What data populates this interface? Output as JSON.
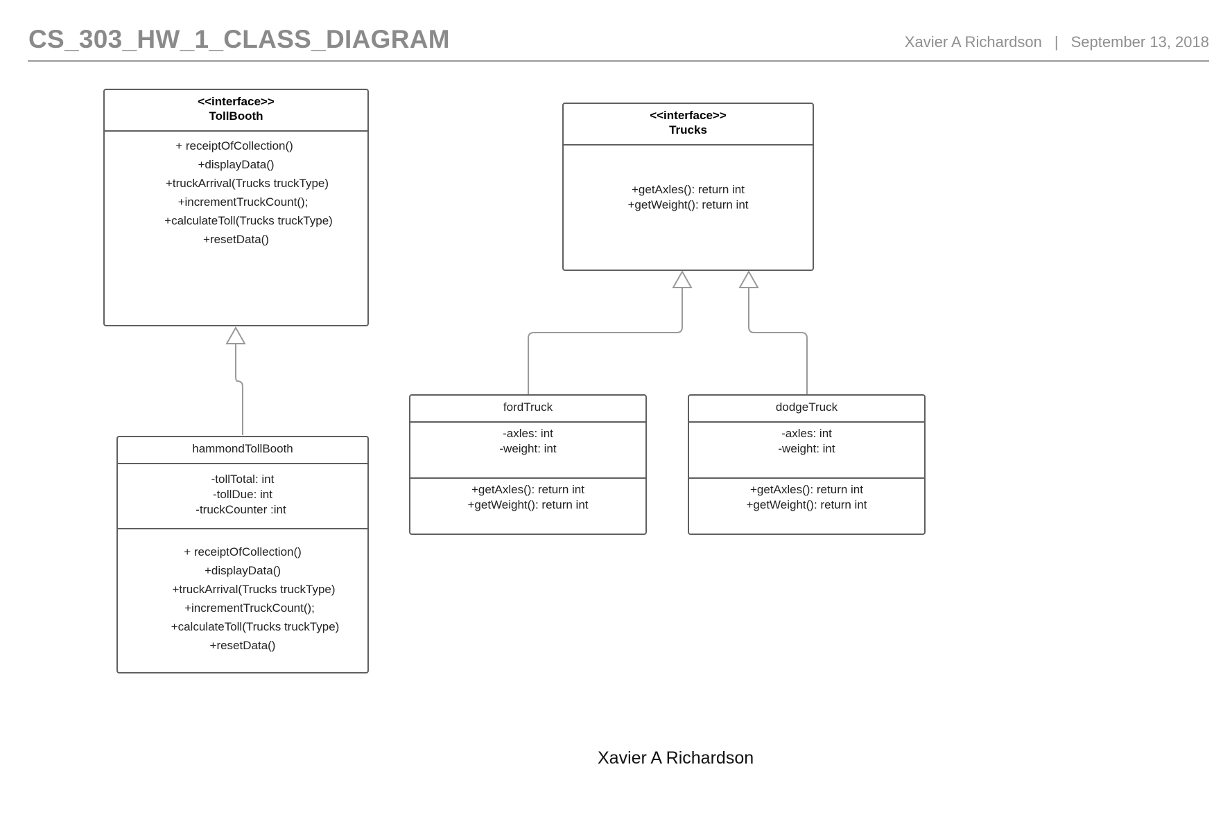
{
  "header": {
    "title": "CS_303_HW_1_CLASS_DIAGRAM",
    "author": "Xavier A Richardson",
    "separator": "|",
    "date": "September 13, 2018"
  },
  "classes": {
    "tollbooth": {
      "stereotype": "<<interface>>",
      "name": "TollBooth",
      "methods": [
        "+ receiptOfCollection()",
        "+displayData()",
        "+truckArrival(Trucks truckType)",
        "+incrementTruckCount();",
        "+calculateToll(Trucks truckType)",
        "+resetData()"
      ]
    },
    "trucks": {
      "stereotype": "<<interface>>",
      "name": "Trucks",
      "methods": [
        "+getAxles(): return int",
        "+getWeight(): return int"
      ]
    },
    "hammond": {
      "name": "hammondTollBooth",
      "attributes": [
        "-tollTotal: int",
        "-tollDue: int",
        "-truckCounter :int"
      ],
      "methods": [
        "+ receiptOfCollection()",
        "+displayData()",
        "+truckArrival(Trucks truckType)",
        "+incrementTruckCount();",
        "+calculateToll(Trucks truckType)",
        "+resetData()"
      ]
    },
    "ford": {
      "name": "fordTruck",
      "attributes": [
        "-axles: int",
        "-weight: int"
      ],
      "methods": [
        "+getAxles(): return int",
        "+getWeight(): return int"
      ]
    },
    "dodge": {
      "name": "dodgeTruck",
      "attributes": [
        "-axles: int",
        "-weight: int"
      ],
      "methods": [
        "+getAxles(): return int",
        "+getWeight(): return int"
      ]
    }
  },
  "relationships": [
    {
      "type": "realization",
      "from": "hammondTollBooth",
      "to": "TollBooth"
    },
    {
      "type": "realization",
      "from": "fordTruck",
      "to": "Trucks"
    },
    {
      "type": "realization",
      "from": "dodgeTruck",
      "to": "Trucks"
    }
  ],
  "footer": {
    "name": "Xavier A Richardson"
  },
  "colors": {
    "title": "#8a8a8a",
    "border": "#5f5f5f",
    "connector": "#9a9a9a"
  }
}
